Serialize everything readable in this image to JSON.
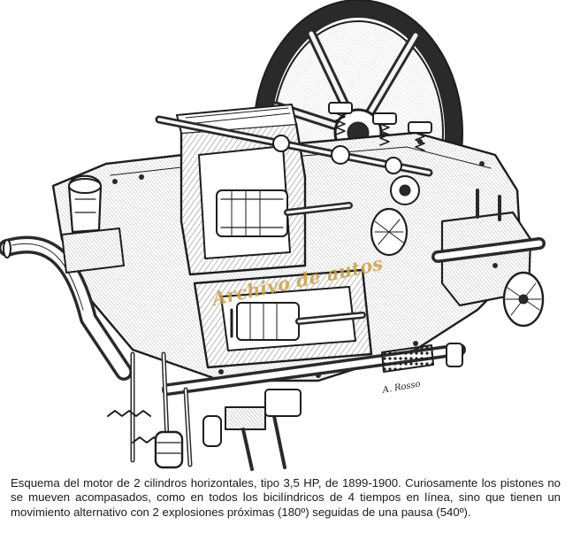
{
  "illustration": {
    "subject": "engine-cutaway-drawing",
    "ink_color": "#1e1e1e",
    "paper_color": "#ffffff",
    "watermark": "Archivo de autos",
    "watermark_color": "#c8a24a",
    "signature": "A. Rosso"
  },
  "caption": {
    "text": "Esquema del motor de 2 cilindros horizontales, tipo 3,5 HP, de 1899-1900. Curiosamente los pistones no se mueven acompasados, como en todos los bicilíndricos de 4 tiempos en línea, sino que tienen un movimiento alternativo con 2 explosiones próximas (180º) seguidas de una pausa (540º)."
  }
}
